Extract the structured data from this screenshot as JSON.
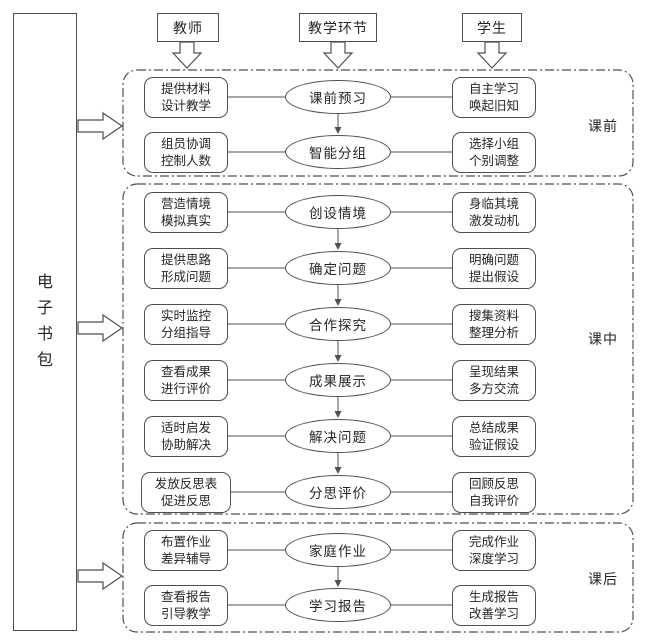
{
  "left_panel": {
    "title": "电子书包"
  },
  "columns": {
    "teacher": "教师",
    "stage": "教学环节",
    "student": "学生"
  },
  "sections": [
    {
      "label": "课前",
      "rows": [
        {
          "teacher": "提供材料\n设计教学",
          "stage": "课前预习",
          "student": "自主学习\n唤起旧知"
        },
        {
          "teacher": "组员协调\n控制人数",
          "stage": "智能分组",
          "student": "选择小组\n个别调整"
        }
      ]
    },
    {
      "label": "课中",
      "rows": [
        {
          "teacher": "营造情境\n模拟真实",
          "stage": "创设情境",
          "student": "身临其境\n激发动机"
        },
        {
          "teacher": "提供思路\n形成问题",
          "stage": "确定问题",
          "student": "明确问题\n提出假设"
        },
        {
          "teacher": "实时监控\n分组指导",
          "stage": "合作探究",
          "student": "搜集资料\n整理分析"
        },
        {
          "teacher": "查看成果\n进行评价",
          "stage": "成果展示",
          "student": "呈现结果\n多方交流"
        },
        {
          "teacher": "适时启发\n协助解决",
          "stage": "解决问题",
          "student": "总结成果\n验证假设"
        },
        {
          "teacher": "发放反思表\n促进反思",
          "stage": "分思评价",
          "student": "回顾反思\n自我评价"
        }
      ]
    },
    {
      "label": "课后",
      "rows": [
        {
          "teacher": "布置作业\n差异辅导",
          "stage": "家庭作业",
          "student": "完成作业\n深度学习"
        },
        {
          "teacher": "查看报告\n引导教学",
          "stage": "学习报告",
          "student": "生成报告\n改善学习"
        }
      ]
    }
  ],
  "colors": {
    "line": "#4f4f4f",
    "text": "#262626",
    "background": "#ffffff"
  }
}
